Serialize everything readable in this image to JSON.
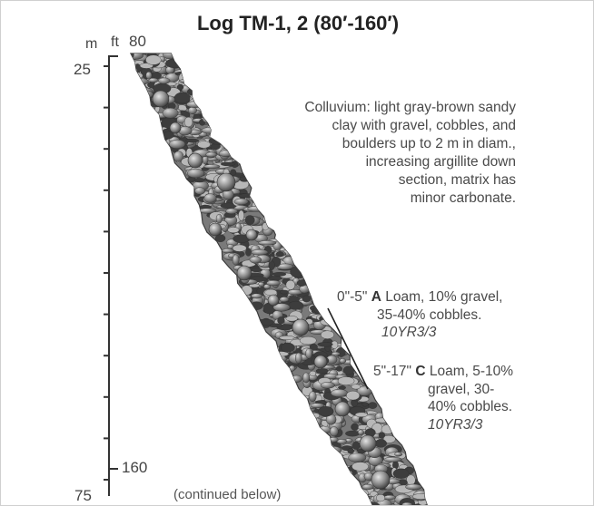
{
  "title": "Log TM-1, 2 (80′-160′)",
  "scale": {
    "unit_left": "m",
    "unit_right": "ft",
    "top_m": "25",
    "bottom_m": "75",
    "top_ft": "80",
    "bottom_ft": "160"
  },
  "colluvium": {
    "lines": [
      "Colluvium: light gray-brown sandy",
      "clay with gravel, cobbles, and",
      "boulders up to 2 m in diam.,",
      "increasing argillite down",
      "section, matrix has",
      "minor carbonate."
    ]
  },
  "horizons": [
    {
      "depth": "0\"-5\"",
      "code": "A",
      "line1": "Loam, 10% gravel,",
      "line2": "35-40% cobbles.",
      "color": "10YR3/3"
    },
    {
      "depth": "5\"-17\"",
      "code": "C",
      "line1": "Loam, 5-10%",
      "line2": "gravel, 30-",
      "line3": "40% cobbles.",
      "color": "10YR3/3"
    }
  ],
  "continued": "(continued below)",
  "colors": {
    "rock_dark": "#3d3d3d",
    "rock_mid": "#7a7a7a",
    "rock_light": "#b8b8b8"
  }
}
